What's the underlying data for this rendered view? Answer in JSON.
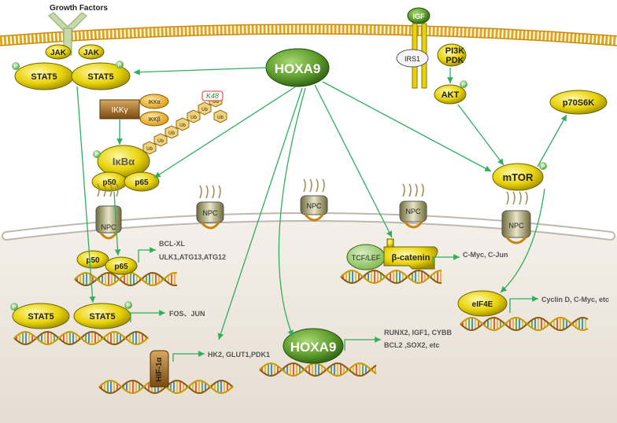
{
  "labels": {
    "growth_factors": "Growth Factors",
    "igf": "IGF",
    "jak": "JAK",
    "stat5": "STAT5",
    "p": "P",
    "hoxa9": "HOXA9",
    "irs1": "IRS1",
    "pi3k": "PI3K",
    "pdk": "PDK",
    "akt": "AKT",
    "p70s6k": "p70S6K",
    "ikk_gamma": "IKKγ",
    "ikk_alpha": "IKKα",
    "ikk_beta": "IKKβ",
    "k48": "K48",
    "ub": "Ub",
    "ikb_alpha": "IκBα",
    "p50": "p50",
    "p65": "p65",
    "mtor": "mTOR",
    "npc": "NPC",
    "tcf_lef": "TCF/LEF",
    "beta_catenin": "β-catenin",
    "eif4e": "eIF4E",
    "hif1a": "HIF-1α"
  },
  "targets": {
    "bcl_xl": "BCL-XL",
    "ulk1": "ULK1,ATG13,ATG12",
    "cmyc_cjun": "C-Myc, C-Jun",
    "fos_jun": "FOS、JUN",
    "cyclin": "Cyclin D, C-Myc, etc",
    "runx2": "RUNX2, IGF1, CYBB",
    "bcl2": "BCL2 ,SOX2, etc",
    "hk2": "HK2, GLUT1,PDK1"
  },
  "colors": {
    "yellow": "#e8d20a",
    "green_dark": "#3d7a1e",
    "green_light": "#7db84a",
    "arrow": "#2fae5c",
    "membrane": "#e0a61a",
    "nucleus": "#ece6dd"
  }
}
